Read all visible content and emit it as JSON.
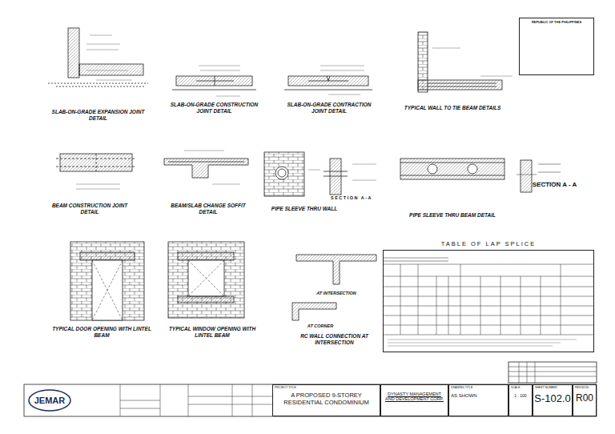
{
  "diagram": {
    "nodes": [
      {
        "text": [
          "REPUBLIC OF THE PHILIPPINES"
        ]
      },
      {
        "text": [
          "TABLE OF LAP SPLICE"
        ]
      },
      {
        "text": [
          "JEMAR"
        ]
      },
      {
        "text": [
          "PROJECT TITLE",
          "A PROPOSED 9-STOREY RESIDENTIAL CONDOMINIUM"
        ]
      },
      {
        "text": [
          "DYNASTY MANAGEMENT AND DEVELOPMENT CORP."
        ]
      },
      {
        "text": [
          "DRAWING TITLE",
          "AS SHOWN"
        ]
      },
      {
        "text": [
          "SCALE",
          "1 : 100"
        ]
      },
      {
        "text": [
          "SHEET NUMBER",
          "S-102.0"
        ]
      },
      {
        "text": [
          "REVISION",
          "R00"
        ]
      }
    ],
    "labels": [
      "SLAB-ON-GRADE EXPANSION JOINT DETAIL",
      "SLAB-ON-GRADE CONSTRUCTION JOINT DETAIL",
      "SLAB-ON-GRADE CONTRACTION JOINT DETAIL",
      "TYPICAL WALL TO TIE BEAM DETAILS",
      "BEAM CONSTRUCTION JOINT DETAIL",
      "BEAM/SLAB CHANGE SOFFIT DETAIL",
      "PIPE SLEEVE THRU WALL",
      "SECTION A-A",
      "PIPE SLEEVE THRU BEAM DETAIL",
      "SECTION A - A",
      "TYPICAL DOOR OPENING WITH LINTEL BEAM",
      "TYPICAL WINDOW OPENING WITH LINTEL BEAM",
      "AT INTERSECTION",
      "AT CORNER",
      "RC WALL CONNECTION AT INTERSECTION"
    ]
  }
}
